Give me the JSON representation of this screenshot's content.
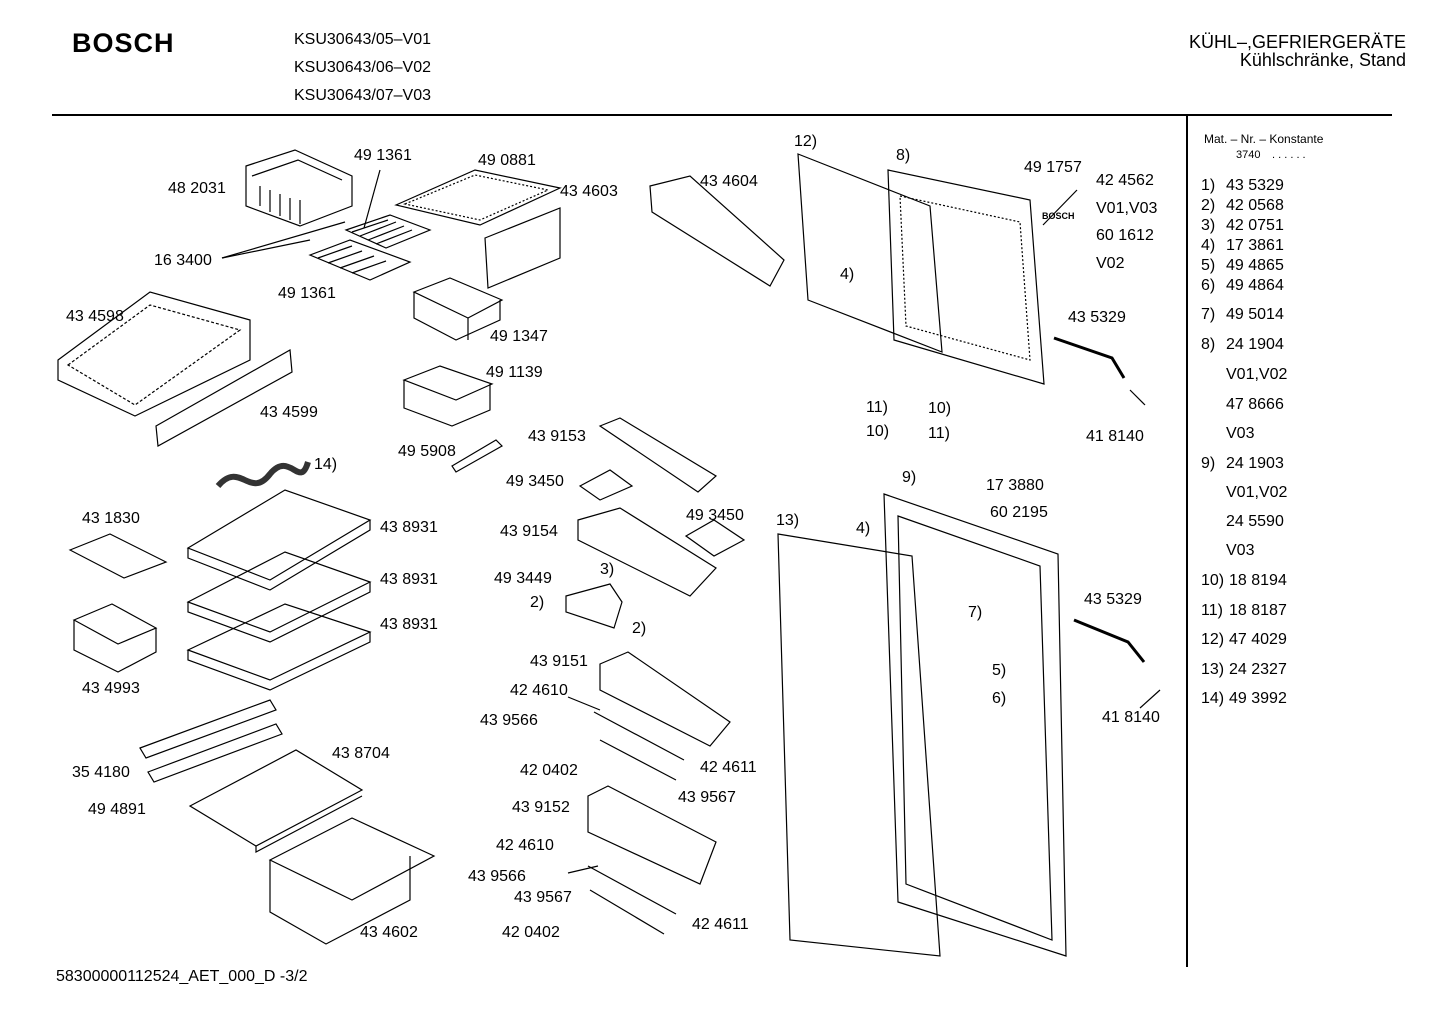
{
  "header": {
    "brand": "BOSCH",
    "models": [
      "KSU30643/05–V01",
      "KSU30643/06–V02",
      "KSU30643/07–V03"
    ],
    "category": "KÜHL–,GEFRIERGERÄTE",
    "subcategory": "Kühlschränke, Stand"
  },
  "sidebar": {
    "title": "Mat. – Nr. – Konstante",
    "constant": "3740",
    "dots": ". .   . . . .",
    "entries": [
      {
        "key": "1)",
        "value": "43 5329"
      },
      {
        "key": "2)",
        "value": "42 0568"
      },
      {
        "key": "3)",
        "value": "42 0751"
      },
      {
        "key": "4)",
        "value": "17 3861"
      },
      {
        "key": "5)",
        "value": "49 4865"
      },
      {
        "key": "6)",
        "value": "49 4864"
      },
      {
        "key": "7)",
        "value": "49 5014"
      },
      {
        "key": "8)",
        "value": "24 1904"
      },
      {
        "key": "",
        "value": "V01,V02"
      },
      {
        "key": "",
        "value": "47 8666"
      },
      {
        "key": "",
        "value": "V03"
      },
      {
        "key": "9)",
        "value": "24 1903"
      },
      {
        "key": "",
        "value": "V01,V02"
      },
      {
        "key": "",
        "value": "24 5590"
      },
      {
        "key": "",
        "value": "V03"
      },
      {
        "key": "10)",
        "value": "18 8194"
      },
      {
        "key": "11)",
        "value": "18 8187"
      },
      {
        "key": "12)",
        "value": "47 4029"
      },
      {
        "key": "13)",
        "value": "24 2327"
      },
      {
        "key": "14)",
        "value": "49 3992"
      }
    ]
  },
  "labels": {
    "p482031": "48 2031",
    "p491361a": "49 1361",
    "p490881": "49 0881",
    "p434603": "43 4603",
    "p434604": "43 4604",
    "p163400": "16 3400",
    "p491361b": "49 1361",
    "p491347": "49 1347",
    "p434598": "43 4598",
    "p491139": "49 1139",
    "p434599": "43 4599",
    "p495908": "49 5908",
    "p439153": "43 9153",
    "r14": "14)",
    "p493450a": "49 3450",
    "p431830": "43 1830",
    "p438931a": "43 8931",
    "p439154": "43 9154",
    "p493450b": "49 3450",
    "p493449": "49 3449",
    "r3": "3)",
    "p438931b": "43 8931",
    "r2a": "2)",
    "r2b": "2)",
    "p438931c": "43 8931",
    "p434993": "43 4993",
    "p439151": "43 9151",
    "p424610a": "42 4610",
    "p439566a": "43 9566",
    "p438704": "43 8704",
    "p354180": "35 4180",
    "p420402a": "42 0402",
    "p424611a": "42 4611",
    "p439567a": "43 9567",
    "p494891": "49 4891",
    "p439152": "43 9152",
    "p424610b": "42 4610",
    "p439566b": "43 9566",
    "p439567b": "43 9567",
    "p420402b": "42 0402",
    "p424611b": "42 4611",
    "p434602": "43 4602",
    "r12": "12)",
    "r8": "8)",
    "p491757": "49 1757",
    "p424562": "42 4562",
    "bosch_small": "BOSCH",
    "v01v03": "V01,V03",
    "p601612": "60 1612",
    "v02": "V02",
    "r4a": "4)",
    "p435329a": "43 5329",
    "r11a": "11)",
    "r10a": "10)",
    "r10b": "10)",
    "r11b": "11)",
    "p418140a": "41 8140",
    "r9": "9)",
    "p173880": "17 3880",
    "p602195": "60 2195",
    "r13": "13)",
    "r4b": "4)",
    "r7": "7)",
    "p435329b": "43 5329",
    "r5": "5)",
    "r6": "6)",
    "p418140b": "41 8140"
  },
  "footer": {
    "doc_id": "58300000112524_AET_000_D -3/2"
  }
}
